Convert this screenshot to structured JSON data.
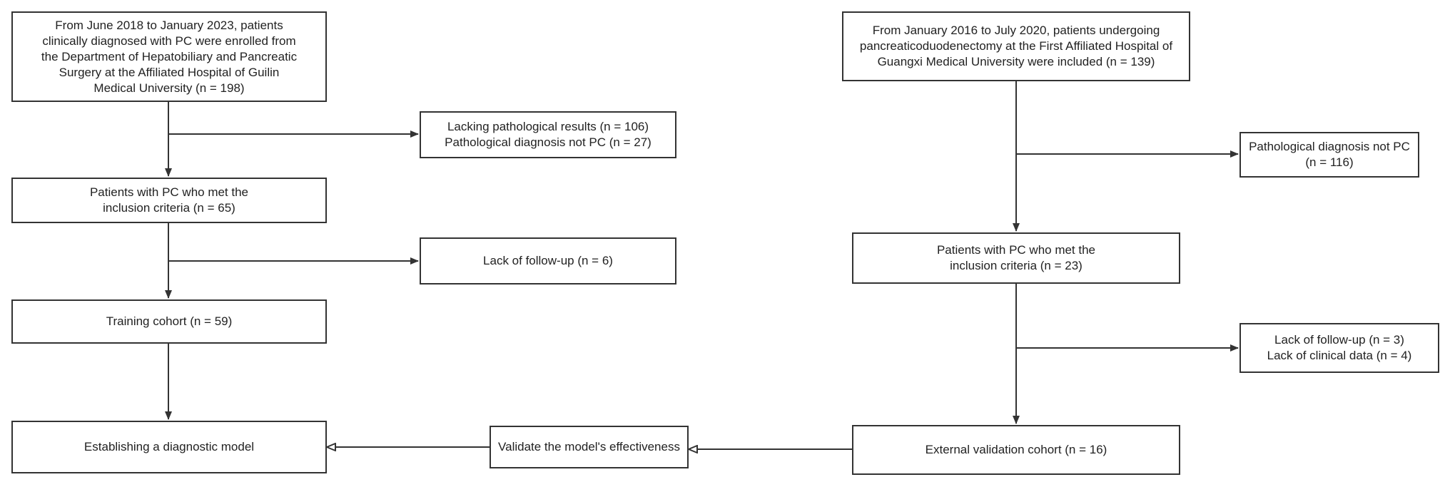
{
  "flowchart": {
    "left": {
      "start": "From June 2018 to January 2023, patients\nclinically diagnosed with PC were enrolled from\nthe Department of Hepatobiliary and Pancreatic\nSurgery at the Affiliated Hospital of Guilin\nMedical University (n = 198)",
      "exclusion_1": "Lacking pathological results (n = 106)\nPathological diagnosis not PC (n = 27)",
      "met_criteria": "Patients with PC who met the\ninclusion criteria (n = 65)",
      "exclusion_2": "Lack of follow-up (n = 6)",
      "training": "Training cohort (n = 59)",
      "model": "Establishing a diagnostic model"
    },
    "middle": {
      "validate": "Validate the model's effectiveness"
    },
    "right": {
      "start": "From January 2016 to July 2020, patients undergoing\npancreaticoduodenectomy at the First Affiliated Hospital of\nGuangxi Medical University were included (n = 139)",
      "exclusion_1": "Pathological diagnosis not PC\n(n = 116)",
      "met_criteria": "Patients with PC who met the\ninclusion criteria (n = 23)",
      "exclusion_2": "Lack of follow-up (n = 3)\nLack of clinical data (n = 4)",
      "external": "External validation cohort (n = 16)"
    }
  }
}
